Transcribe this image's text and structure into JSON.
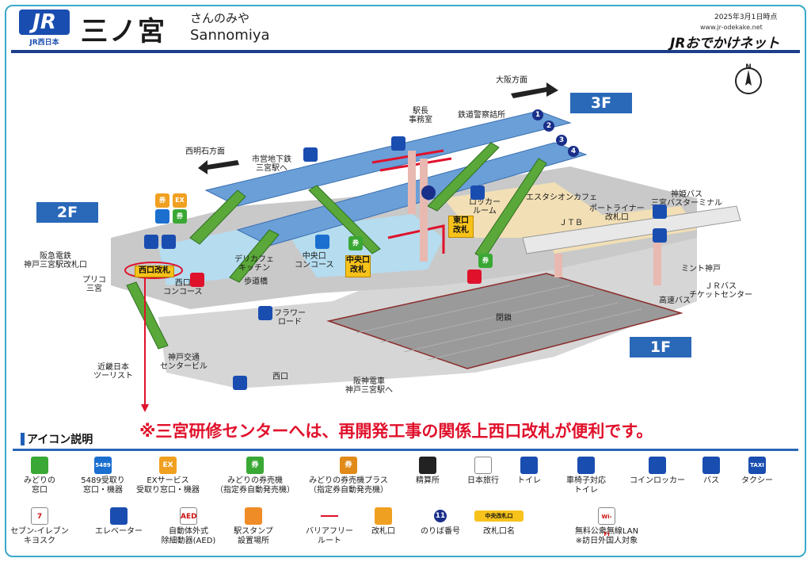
{
  "header": {
    "logo_text": "JR",
    "logo_sub": "JR西日本",
    "station_name": "三ノ宮",
    "station_kana": "さんのみや",
    "station_roman": "Sannomiya",
    "as_of_date": "2025年3月1日時点",
    "site_url": "www.jr-odekake.net",
    "site_brand": "JRおでかけネット"
  },
  "compass": {
    "label": "N"
  },
  "floors": {
    "f3": "3F",
    "f2": "2F",
    "f1": "1F"
  },
  "directions": {
    "osaka": "大阪方面",
    "nishi_akashi": "西明石方面"
  },
  "platform_numbers": [
    "1",
    "2",
    "3",
    "4"
  ],
  "gates": {
    "west": "西口改札",
    "central": "中央口\n改札",
    "east": "東口\n改札"
  },
  "labels": {
    "stationmaster": "駅長\n事務室",
    "railway_police": "鉄道警察詰所",
    "subway": "市営地下鉄\n三宮駅へ",
    "hankyu": "阪急電鉄\n神戸三宮駅改札口",
    "prico": "プリコ\n三宮",
    "west_concourse": "西口\nコンコース",
    "central_concourse": "中央口\nコンコース",
    "deli_cafe": "デリカフェ\nキッチン",
    "underpass": "歩道橋",
    "flower_road": "フラワー\nロード",
    "kinki_tourist": "近畿日本\nツーリスト",
    "kobe_kotsu": "神戸交通\nセンタービル",
    "west_exit": "西口",
    "hanshin": "阪神電車\n神戸三宮駅へ",
    "closed": "閉鎖",
    "locker_room": "ロッカー\nルーム",
    "esta_cafe": "エスタシオンカフェ",
    "jtb": "ＪＴＢ",
    "port_liner": "ポートライナー\n改札口",
    "shinki_bus": "神姫バス\n三宮バスターミナル",
    "mint_kobe": "ミント神戸",
    "jr_bus": "ＪＲバス\nチケットセンター",
    "highway_bus": "高速バス"
  },
  "notice": "※三宮研修センターへは、再開発工事の関係上西口改札が便利です。",
  "legend": {
    "title": "アイコン説明",
    "items": [
      {
        "icon": "midori-window-icon",
        "glyph": "",
        "color": "#3aa835",
        "label": "みどりの\n窓口"
      },
      {
        "icon": "5489-pickup-icon",
        "glyph": "5489",
        "color": "#1a6fcf",
        "label": "5489受取り\n窓口・機器"
      },
      {
        "icon": "ex-service-icon",
        "glyph": "EX",
        "color": "#f0a020",
        "label": "EXサービス\n受取り窓口・機器"
      },
      {
        "icon": "midori-ticket-machine-icon",
        "glyph": "券",
        "color": "#3aa835",
        "label": "みどりの券売機\n（指定券自動発売機）"
      },
      {
        "icon": "midori-ticket-machine-plus-icon",
        "glyph": "券",
        "color": "#e08a1a",
        "label": "みどりの券売機プラス\n（指定券自動発売機）"
      },
      {
        "icon": "fare-adjustment-icon",
        "glyph": "",
        "color": "#222222",
        "label": "精算所"
      },
      {
        "icon": "nippon-travel-icon",
        "glyph": "",
        "color": "#ffffff",
        "label": "日本旅行"
      },
      {
        "icon": "toilet-icon",
        "glyph": "",
        "color": "#1a4db0",
        "label": "トイレ"
      },
      {
        "icon": "wheelchair-toilet-icon",
        "glyph": "",
        "color": "#1a4db0",
        "label": "車椅子対応\nトイレ"
      },
      {
        "icon": "coin-locker-icon",
        "glyph": "",
        "color": "#1a4db0",
        "label": "コインロッカー"
      },
      {
        "icon": "bus-icon",
        "glyph": "",
        "color": "#1a4db0",
        "label": "バス"
      },
      {
        "icon": "taxi-icon",
        "glyph": "TAXI",
        "color": "#1a4db0",
        "label": "タクシー"
      },
      {
        "icon": "seven-eleven-icon",
        "glyph": "7",
        "color": "#ffffff",
        "label": "セブン-イレブン\nキヨスク"
      },
      {
        "icon": "elevator-icon",
        "glyph": "",
        "color": "#1a4db0",
        "label": "エレベーター"
      },
      {
        "icon": "aed-icon",
        "glyph": "AED",
        "color": "#ffffff",
        "label": "自動体外式\n除細動器(AED)"
      },
      {
        "icon": "station-stamp-icon",
        "glyph": "",
        "color": "#f08c28",
        "label": "駅スタンプ\n設置場所"
      },
      {
        "icon": "barrier-free-route-icon",
        "glyph": "",
        "color": "#e0112b",
        "label": "バリアフリー\nルート"
      },
      {
        "icon": "ticket-gate-icon",
        "glyph": "",
        "color": "#f0a020",
        "label": "改札口"
      },
      {
        "icon": "platform-number-icon",
        "glyph": "11",
        "color": "#1a2f8a",
        "label": "のりば番号"
      },
      {
        "icon": "gate-name-icon",
        "glyph": "中央改札口",
        "color": "#f7c21a",
        "label": "改札口名"
      },
      {
        "icon": "free-wifi-icon",
        "glyph": "Wi-Fi",
        "color": "#ffffff",
        "label": "無料公衆無線LAN\n※訪日外国人対象"
      }
    ]
  },
  "colors": {
    "accent_blue": "#1d3e8a",
    "floor_blue": "#2a68b8",
    "platform_blue": "#6a9fd8",
    "concourse_blue": "#b5dcef",
    "floor_gray": "#c9c9c9",
    "gate_yellow": "#f7c21a",
    "notice_red": "#e0112b",
    "route_red": "#e0112b"
  }
}
